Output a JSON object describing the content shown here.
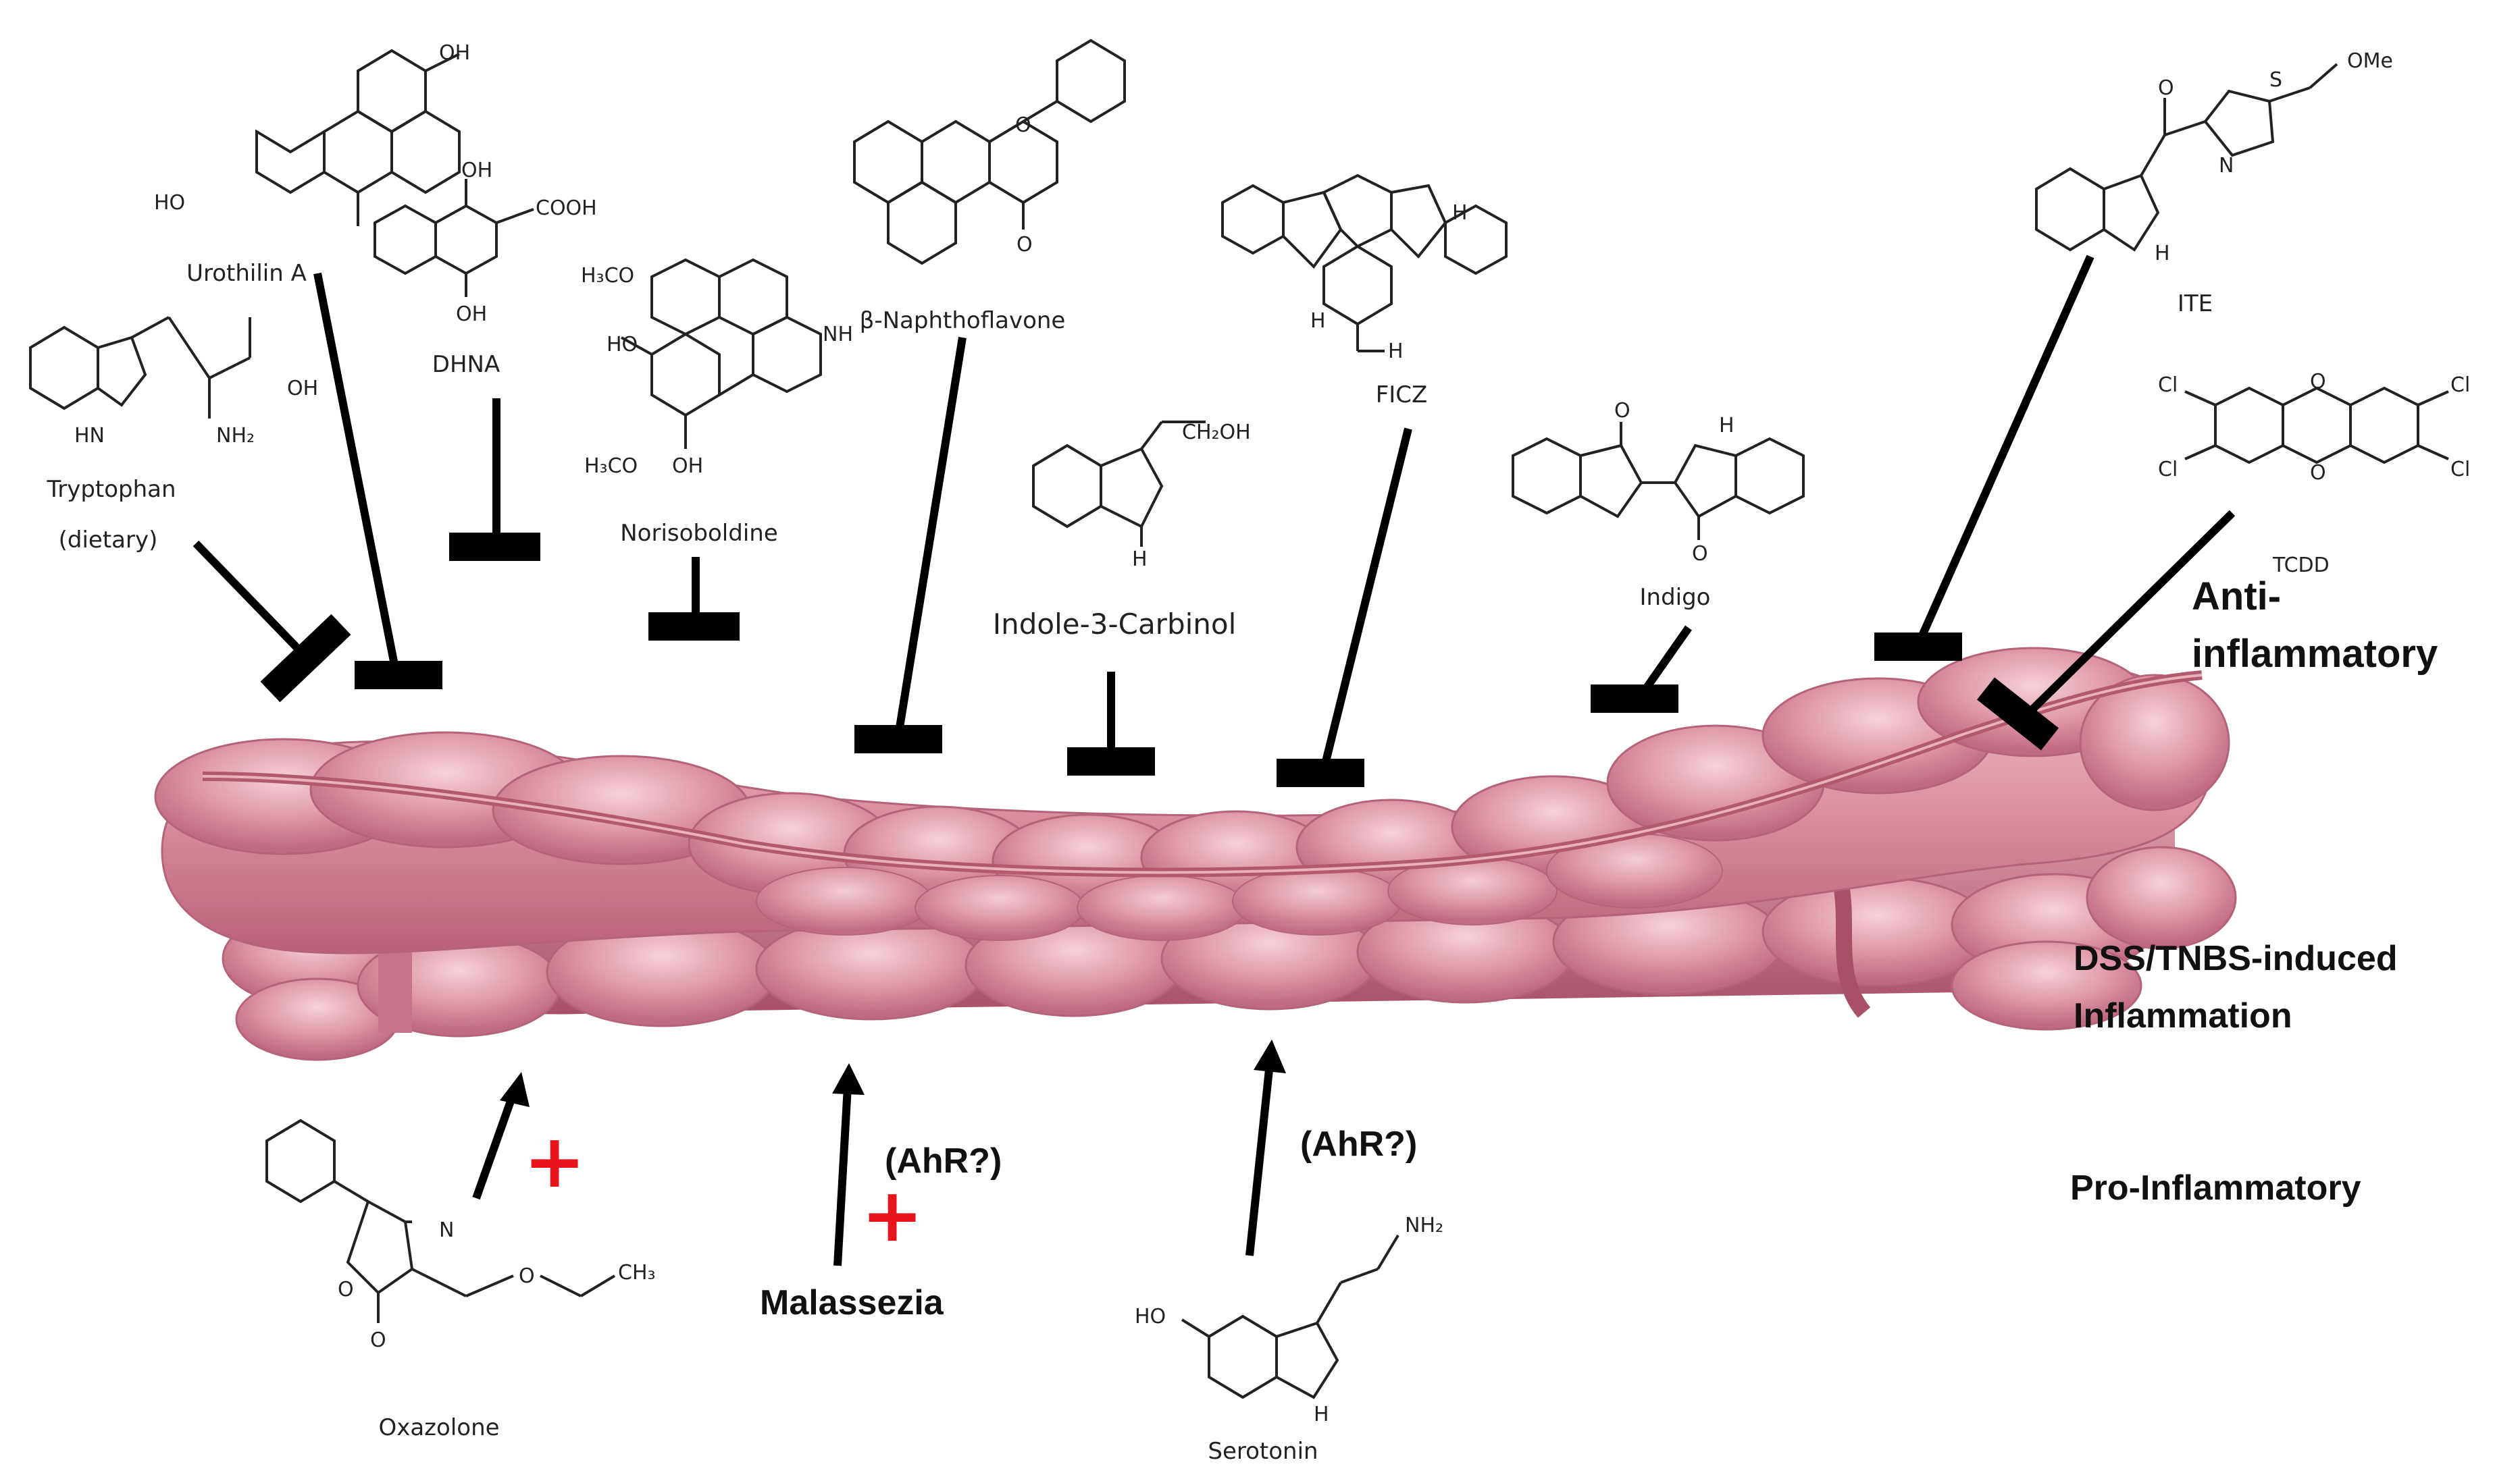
{
  "compounds": {
    "urothilin": "Urothilin A",
    "dhna": "DHNA",
    "tryptophan": "Tryptophan",
    "tryptophan_note": "(dietary)",
    "norisoboldine": "Norisoboldine",
    "naphthoflavone": "β-Naphthoflavone",
    "i3c": "Indole-3-Carbinol",
    "ficz": "FICZ",
    "indigo": "Indigo",
    "ite": "ITE",
    "tcdd": "TCDD",
    "oxazolone": "Oxazolone",
    "serotonin": "Serotonin",
    "malassezia": "Malassezia"
  },
  "labels": {
    "anti": "Anti-",
    "anti2": "inflammatory",
    "dss": "DSS/TNBS-induced",
    "inflammation": "Inflammation",
    "pro": "Pro-Inflammatory",
    "ahr1": "(AhR?)",
    "ahr2": "(AhR?)",
    "plus": "+"
  },
  "atoms": {
    "oh": "OH",
    "ho": "HO",
    "cooh": "COOH",
    "nh2": "NH₂",
    "hn": "HN",
    "nh": "NH",
    "h3co": "H₃CO",
    "ch2oh": "CH₂OH",
    "n": "N",
    "h": "H",
    "o": "O",
    "s": "S",
    "cl": "Cl",
    "ome": "OMe",
    "ch3": "CH₃"
  },
  "colors": {
    "colon": "#d98a9b",
    "colon_dark": "#b7617a",
    "colon_light": "#efb7c3",
    "plus": "#e8141c",
    "ink": "#111111"
  }
}
